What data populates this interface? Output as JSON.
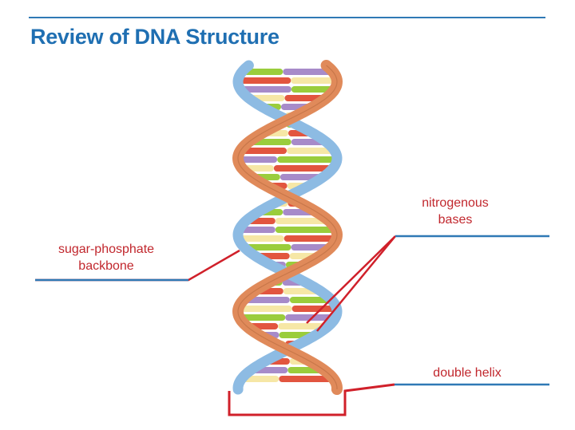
{
  "slide": {
    "title": "Review of DNA Structure"
  },
  "labels": {
    "sugar_phosphate_line1": "sugar-phosphate",
    "sugar_phosphate_line2": "backbone",
    "nitrogenous_line1": "nitrogenous",
    "nitrogenous_line2": "bases",
    "double_helix": "double helix"
  },
  "colors": {
    "title": "#1f6fb2",
    "rule": "#2f79b5",
    "label_text": "#c1272d",
    "leader_line": "#d0202a",
    "strand_a": "#e08a5a",
    "strand_b": "#8dbbe3",
    "base_green": "#9acd3c",
    "base_red": "#e2553f",
    "base_purple": "#a78bc9",
    "base_yellow": "#f6e7a6"
  },
  "icons": {
    "dna_helix": "dna-double-helix-illustration"
  }
}
